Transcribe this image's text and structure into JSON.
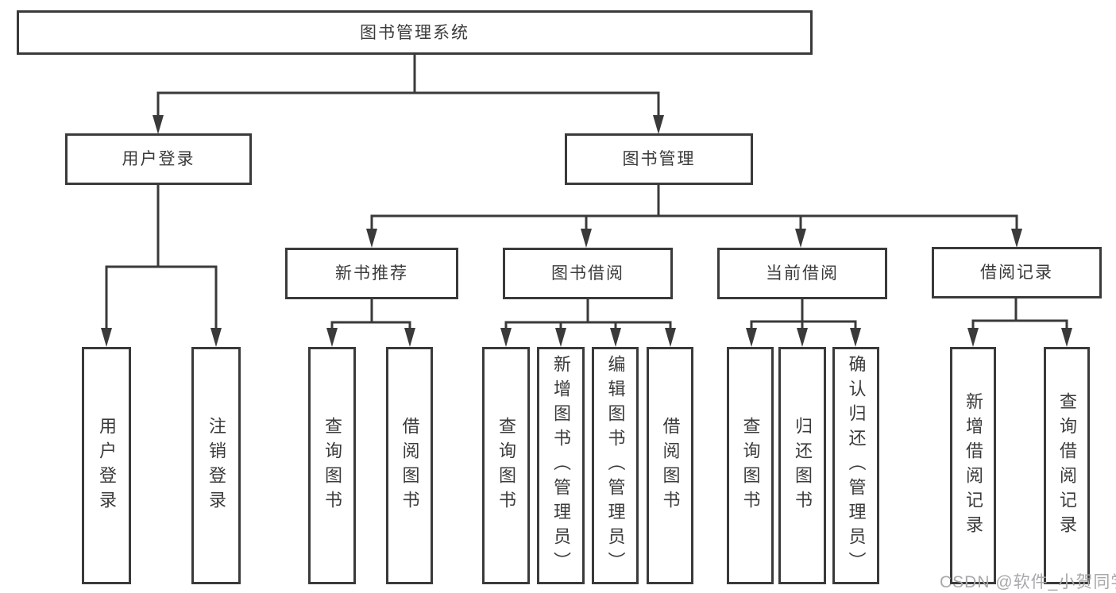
{
  "colors": {
    "line": "#3a3a3a",
    "box_border": "#3a3a3a",
    "text": "#3b3b3b",
    "background": "#ffffff",
    "watermark": "#a9a9ac"
  },
  "tree": {
    "root": {
      "label": "图书管理系统"
    },
    "branches": [
      {
        "label": "用户登录",
        "children": [
          "用户登录",
          "注销登录"
        ]
      },
      {
        "label": "图书管理",
        "children": [
          {
            "label": "新书推荐",
            "children": [
              "查询图书",
              "借阅图书"
            ]
          },
          {
            "label": "图书借阅",
            "children": [
              "查询图书",
              "新增图书（管理员）",
              "编辑图书（管理员）",
              "借阅图书"
            ]
          },
          {
            "label": "当前借阅",
            "children": [
              "查询图书",
              "归还图书",
              "确认归还（管理员）"
            ]
          },
          {
            "label": "借阅记录",
            "children": [
              "新增借阅记录",
              "查询借阅记录"
            ]
          }
        ]
      }
    ]
  },
  "watermark": {
    "text": "CSDN @软件_小贺同学"
  }
}
